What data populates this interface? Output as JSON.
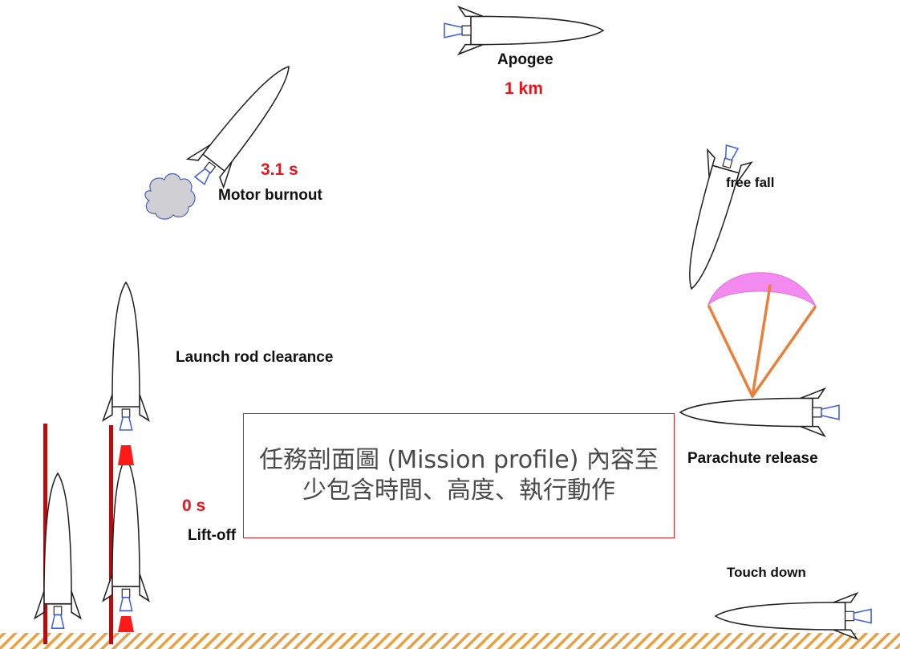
{
  "labels": {
    "apogee": "Apogee",
    "apogee_altitude": "1 km",
    "burnout_time": "3.1 s",
    "motor_burnout": "Motor burnout",
    "free_fall": "free fall",
    "launch_rod_clearance": "Launch rod clearance",
    "liftoff_time": "0 s",
    "liftoff": "Lift-off",
    "parachute_release": "Parachute release",
    "touch_down": "Touch down"
  },
  "note": {
    "text": "任務剖面圖 (Mission profile) 內容至少包含時間、高度、執行動作"
  },
  "colors": {
    "highlight_red": "#e8141b",
    "rod_red": "#b01010",
    "flame_red": "#ff1a1a",
    "nozzle_blue": "#4060e0",
    "parachute_pink": "#f28af0",
    "shroud_orange": "#e8803a",
    "ground_orange": "#e8a040",
    "smoke_gray": "#cfcfd4"
  }
}
